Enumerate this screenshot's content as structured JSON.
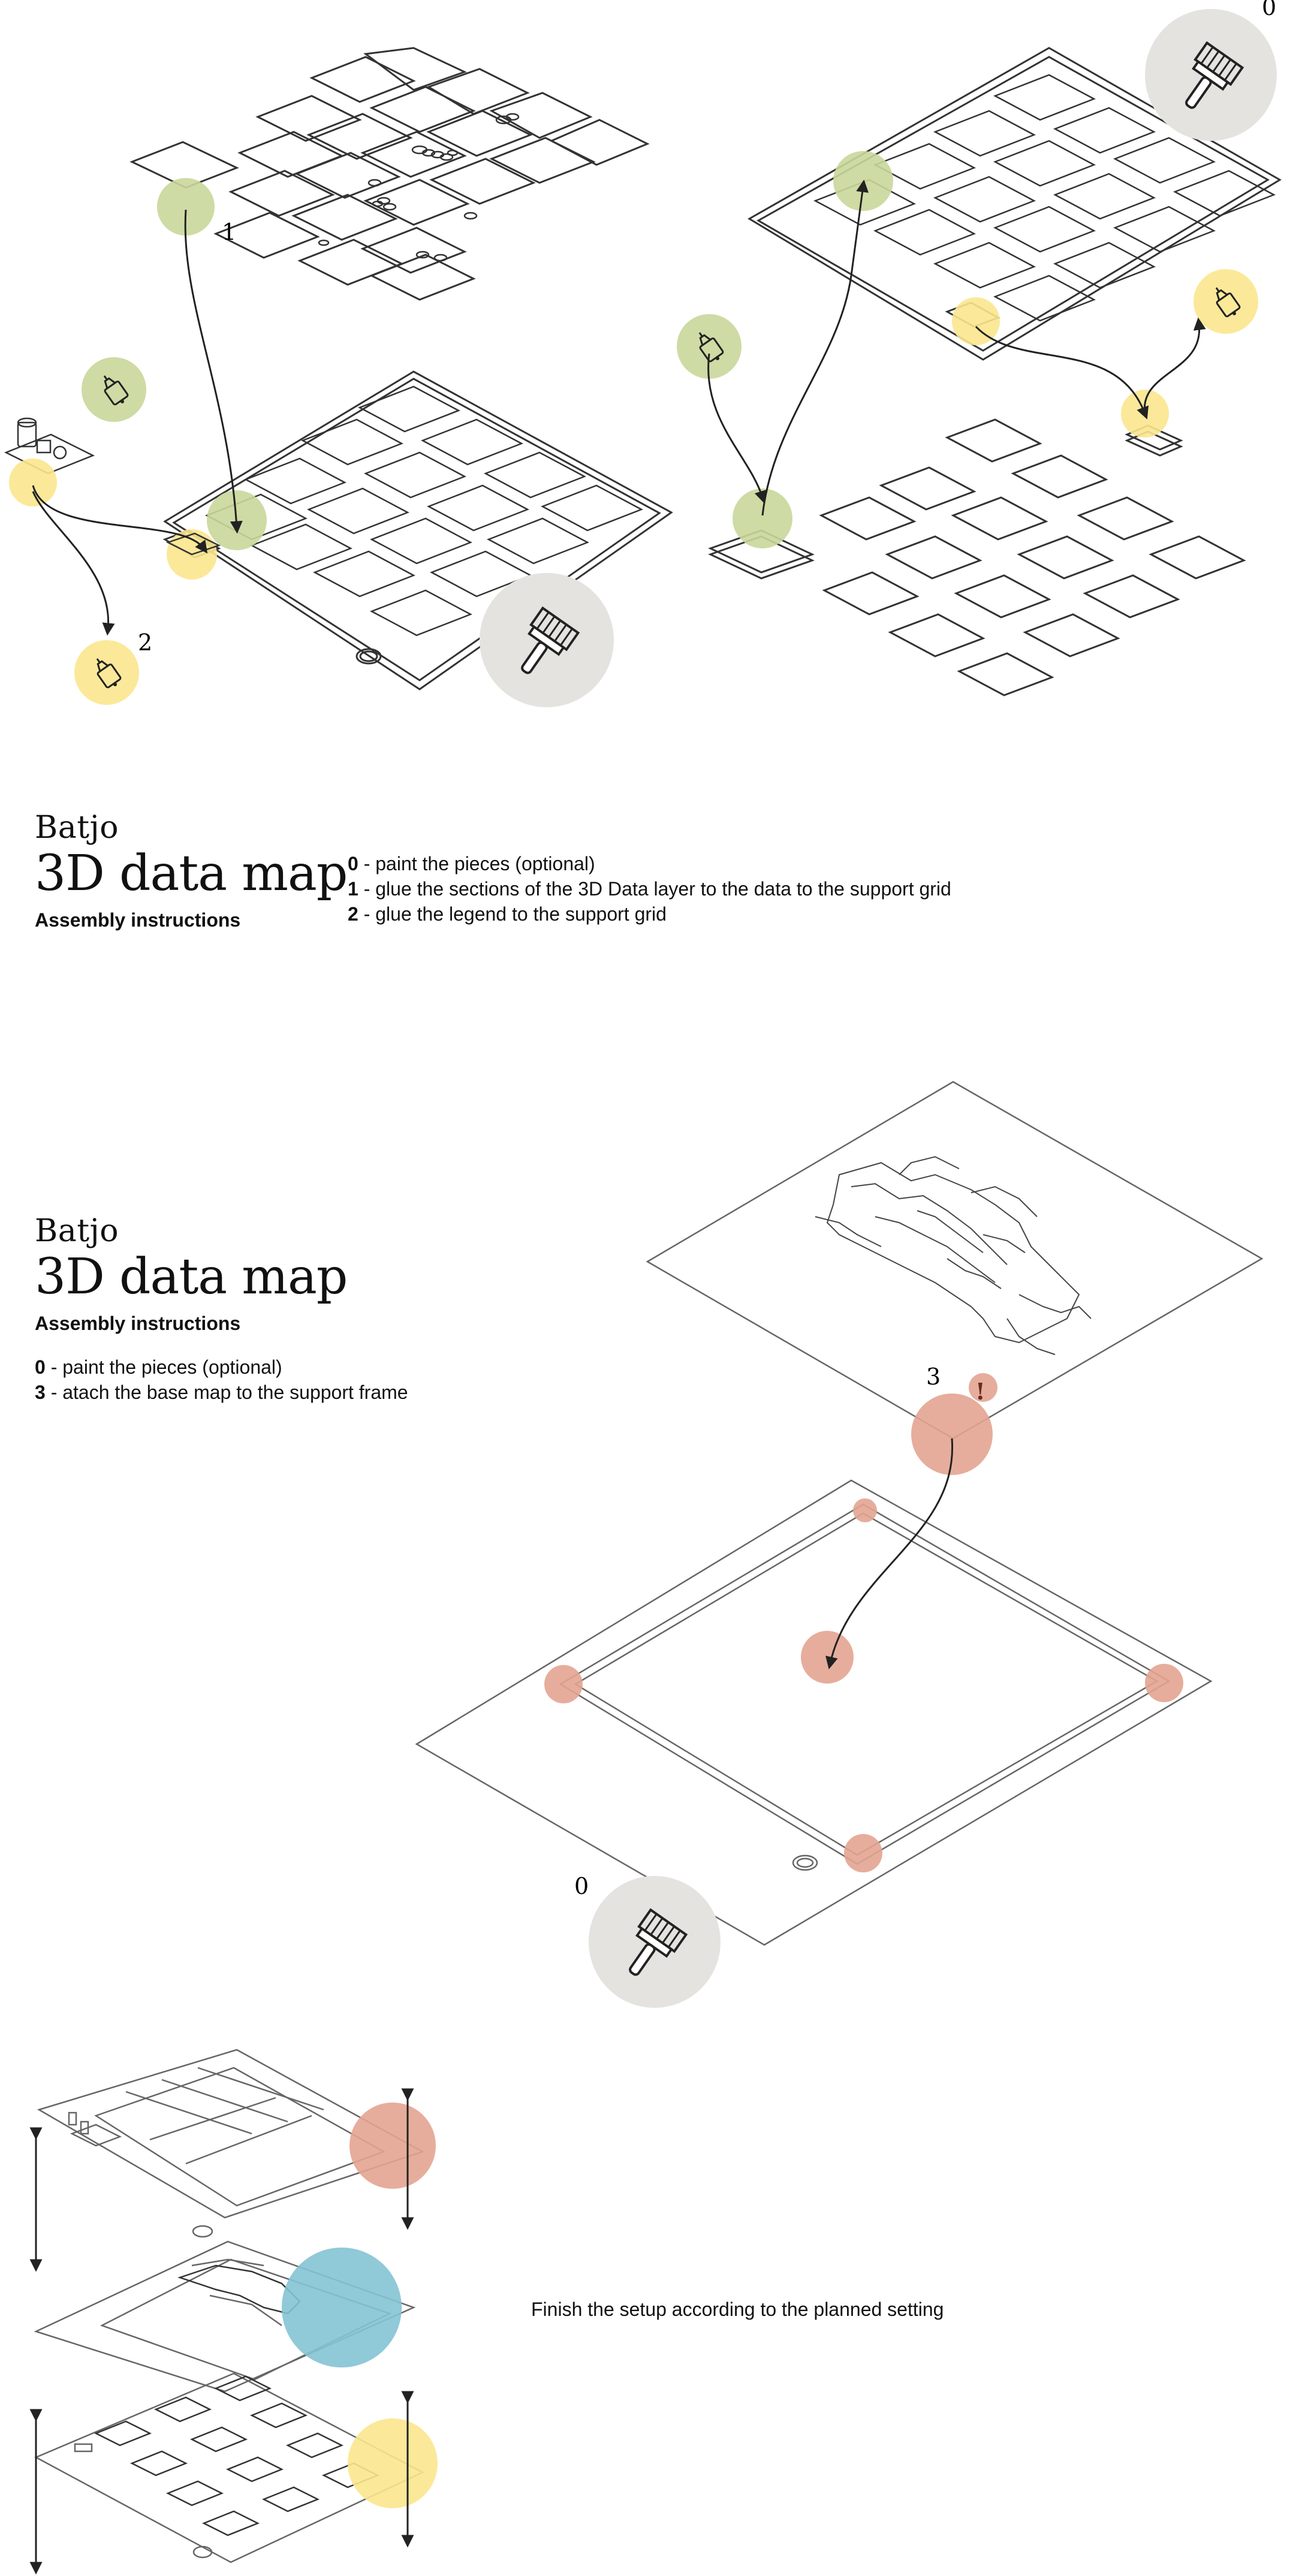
{
  "sheet1": {
    "brand": "Batjo",
    "title": "3D data map",
    "subtitle": "Assembly instructions",
    "steps": [
      {
        "num": "0",
        "text": " - paint the pieces (optional)"
      },
      {
        "num": "1",
        "text": " - glue the sections of the 3D Data layer to the data to the support grid"
      },
      {
        "num": "2",
        "text": " - glue the legend to the support grid"
      }
    ],
    "diagram_labels": {
      "step0": "0",
      "step1": "1",
      "step2": "2"
    }
  },
  "sheet2": {
    "brand": "Batjo",
    "title": "3D data map",
    "subtitle": "Assembly instructions",
    "steps": [
      {
        "num": "0",
        "text": " - paint the pieces (optional)"
      },
      {
        "num": "3",
        "text": " - atach the base map to the support frame"
      }
    ],
    "diagram_labels": {
      "step3": "3",
      "step0": "0",
      "warning": "!"
    }
  },
  "sheet3": {
    "finish_text": "Finish the setup according to the planned setting"
  },
  "colors": {
    "green": "#c9d79a",
    "yellow": "#fbe78e",
    "grey": "#e4e3df",
    "red": "#e3a491",
    "blue": "#84c3d3",
    "line": "#333333"
  },
  "icons": [
    "paintbrush-icon",
    "glue-bottle-icon",
    "warning-icon"
  ]
}
